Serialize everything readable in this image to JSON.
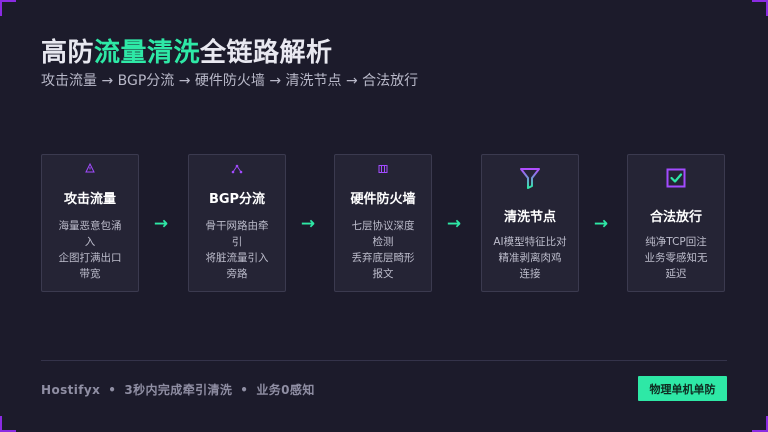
{
  "title": {
    "prefix": "高防",
    "accent": "流量清洗",
    "suffix": "全链路解析"
  },
  "subtitle": "攻击流量 → BGP分流 → 硬件防火墙 → 清洗节点 → 合法放行",
  "steps": [
    {
      "icon": "warning-triangle-icon",
      "name": "攻击流量",
      "desc": [
        "海量恶意包涌",
        "入",
        "企图打满出口",
        "带宽"
      ]
    },
    {
      "icon": "network-split-icon",
      "name": "BGP分流",
      "desc": [
        "骨干网路由牵",
        "引",
        "将脏流量引入",
        "旁路"
      ]
    },
    {
      "icon": "firewall-icon",
      "name": "硬件防火墙",
      "desc": [
        "七层协议深度",
        "检测",
        "丢弃底层畸形",
        "报文"
      ]
    },
    {
      "icon": "filter-funnel-icon",
      "name": "清洗节点",
      "desc": [
        "AI模型特征比对",
        "精准剥离肉鸡",
        "连接"
      ]
    },
    {
      "icon": "checkbox-check-icon",
      "name": "合法放行",
      "desc": [
        "纯净TCP回注",
        "业务零感知无",
        "延迟"
      ]
    }
  ],
  "arrow_glyph": "→",
  "footer": {
    "brand": "Hostifyx",
    "dot": "•",
    "item1": "3秒内完成牵引清洗",
    "item2": "业务0感知"
  },
  "badge": "物理单机单防",
  "colors": {
    "background": "#1c1b2b",
    "accent_green": "#2ee8a6",
    "accent_purple": "#a24bff",
    "card_bg": "#252435",
    "card_border": "#3b3a4f"
  }
}
